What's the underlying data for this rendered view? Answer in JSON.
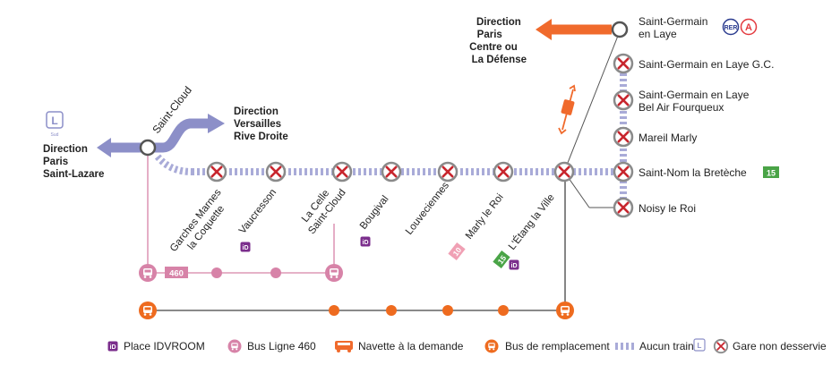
{
  "colors": {
    "line_l": "#8c8fc8",
    "no_train": "#a9abd8",
    "closed": "#c8262e",
    "bus460": "#d783a8",
    "shuttle": "#f06a2c",
    "replacement": "#ee6b1f",
    "idvroom": "#7b2e8c",
    "ter15": "#4aa447",
    "bus10": "#f0a0b4"
  },
  "directions": {
    "paris_saint_lazare": [
      "Direction",
      "Paris",
      "Saint-Lazare"
    ],
    "versailles": [
      "Direction",
      "Versailles",
      "Rive Droite"
    ],
    "paris_la_defense": [
      "Direction",
      "Paris",
      "Centre ou",
      "La Défense"
    ]
  },
  "line_badge": {
    "letter": "L",
    "sub": "Sud"
  },
  "stations": {
    "saint_cloud": "Saint-Cloud",
    "garches": [
      "Garches Marnes",
      "la Coquette"
    ],
    "vaucresson": "Vaucresson",
    "la_celle": [
      "La Celle",
      "Saint-Cloud"
    ],
    "bougival": "Bougival",
    "louveciennes": "Louveciennes",
    "marly_le_roi": "Marly le Roi",
    "etang_la_ville": "L'Étang la Ville",
    "saint_germain": [
      "Saint-Germain",
      "en Laye"
    ],
    "saint_germain_gc": "Saint-Germain en Laye G.C.",
    "bel_air": [
      "Saint-Germain en Laye",
      "Bel Air Fourqueux"
    ],
    "mareil_marly": "Mareil Marly",
    "saint_nom": "Saint-Nom la Bretèche",
    "noisy_le_roi": "Noisy le Roi"
  },
  "badges": {
    "rer": "RER",
    "rer_a": "A",
    "bus_460": "460",
    "bus_10": "10",
    "line_15": "15",
    "idvroom": "iD"
  },
  "legend": {
    "idvroom": "Place IDVROOM",
    "bus460": "Bus Ligne 460",
    "shuttle": "Navette à la demande",
    "replacement": "Bus de remplacement",
    "no_train": "Aucun train",
    "closed": "Gare non desservie"
  }
}
